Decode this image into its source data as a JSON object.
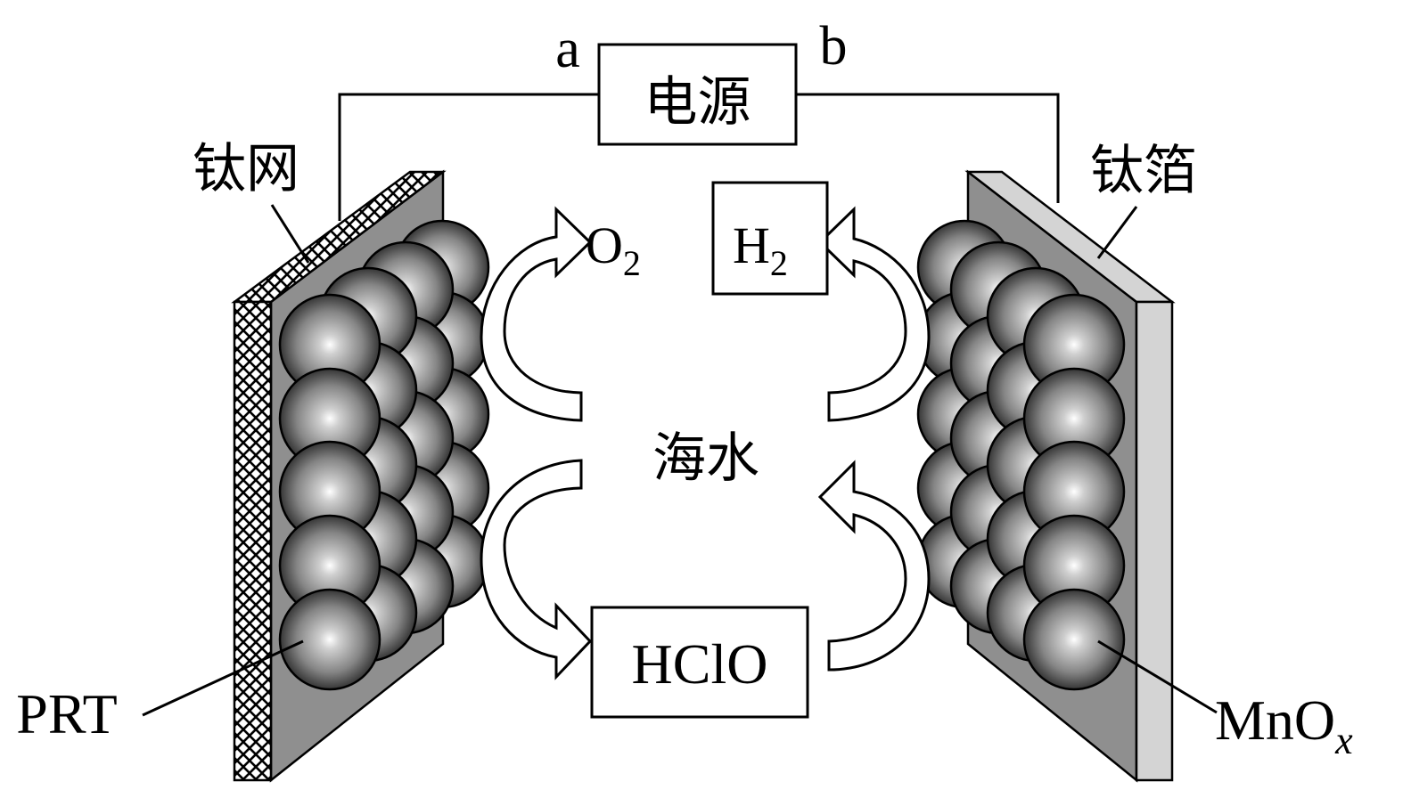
{
  "power_source": {
    "label": "电源",
    "terminal_a": "a",
    "terminal_b": "b"
  },
  "left_electrode": {
    "support_label": "钛网",
    "catalyst_label": "PRT",
    "product_top": {
      "base": "O",
      "sub": "2"
    },
    "product_bottom": "HClO"
  },
  "right_electrode": {
    "support_label": "钛箔",
    "catalyst_label": {
      "base": "MnO",
      "sub": "x"
    },
    "product_top": {
      "base": "H",
      "sub": "2"
    }
  },
  "electrolyte_label": "海水",
  "colors": {
    "plate": "#8f8f8f",
    "plate_edge": "#7a7a7a",
    "foil_side": "#d4d4d4",
    "line": "#000000"
  }
}
